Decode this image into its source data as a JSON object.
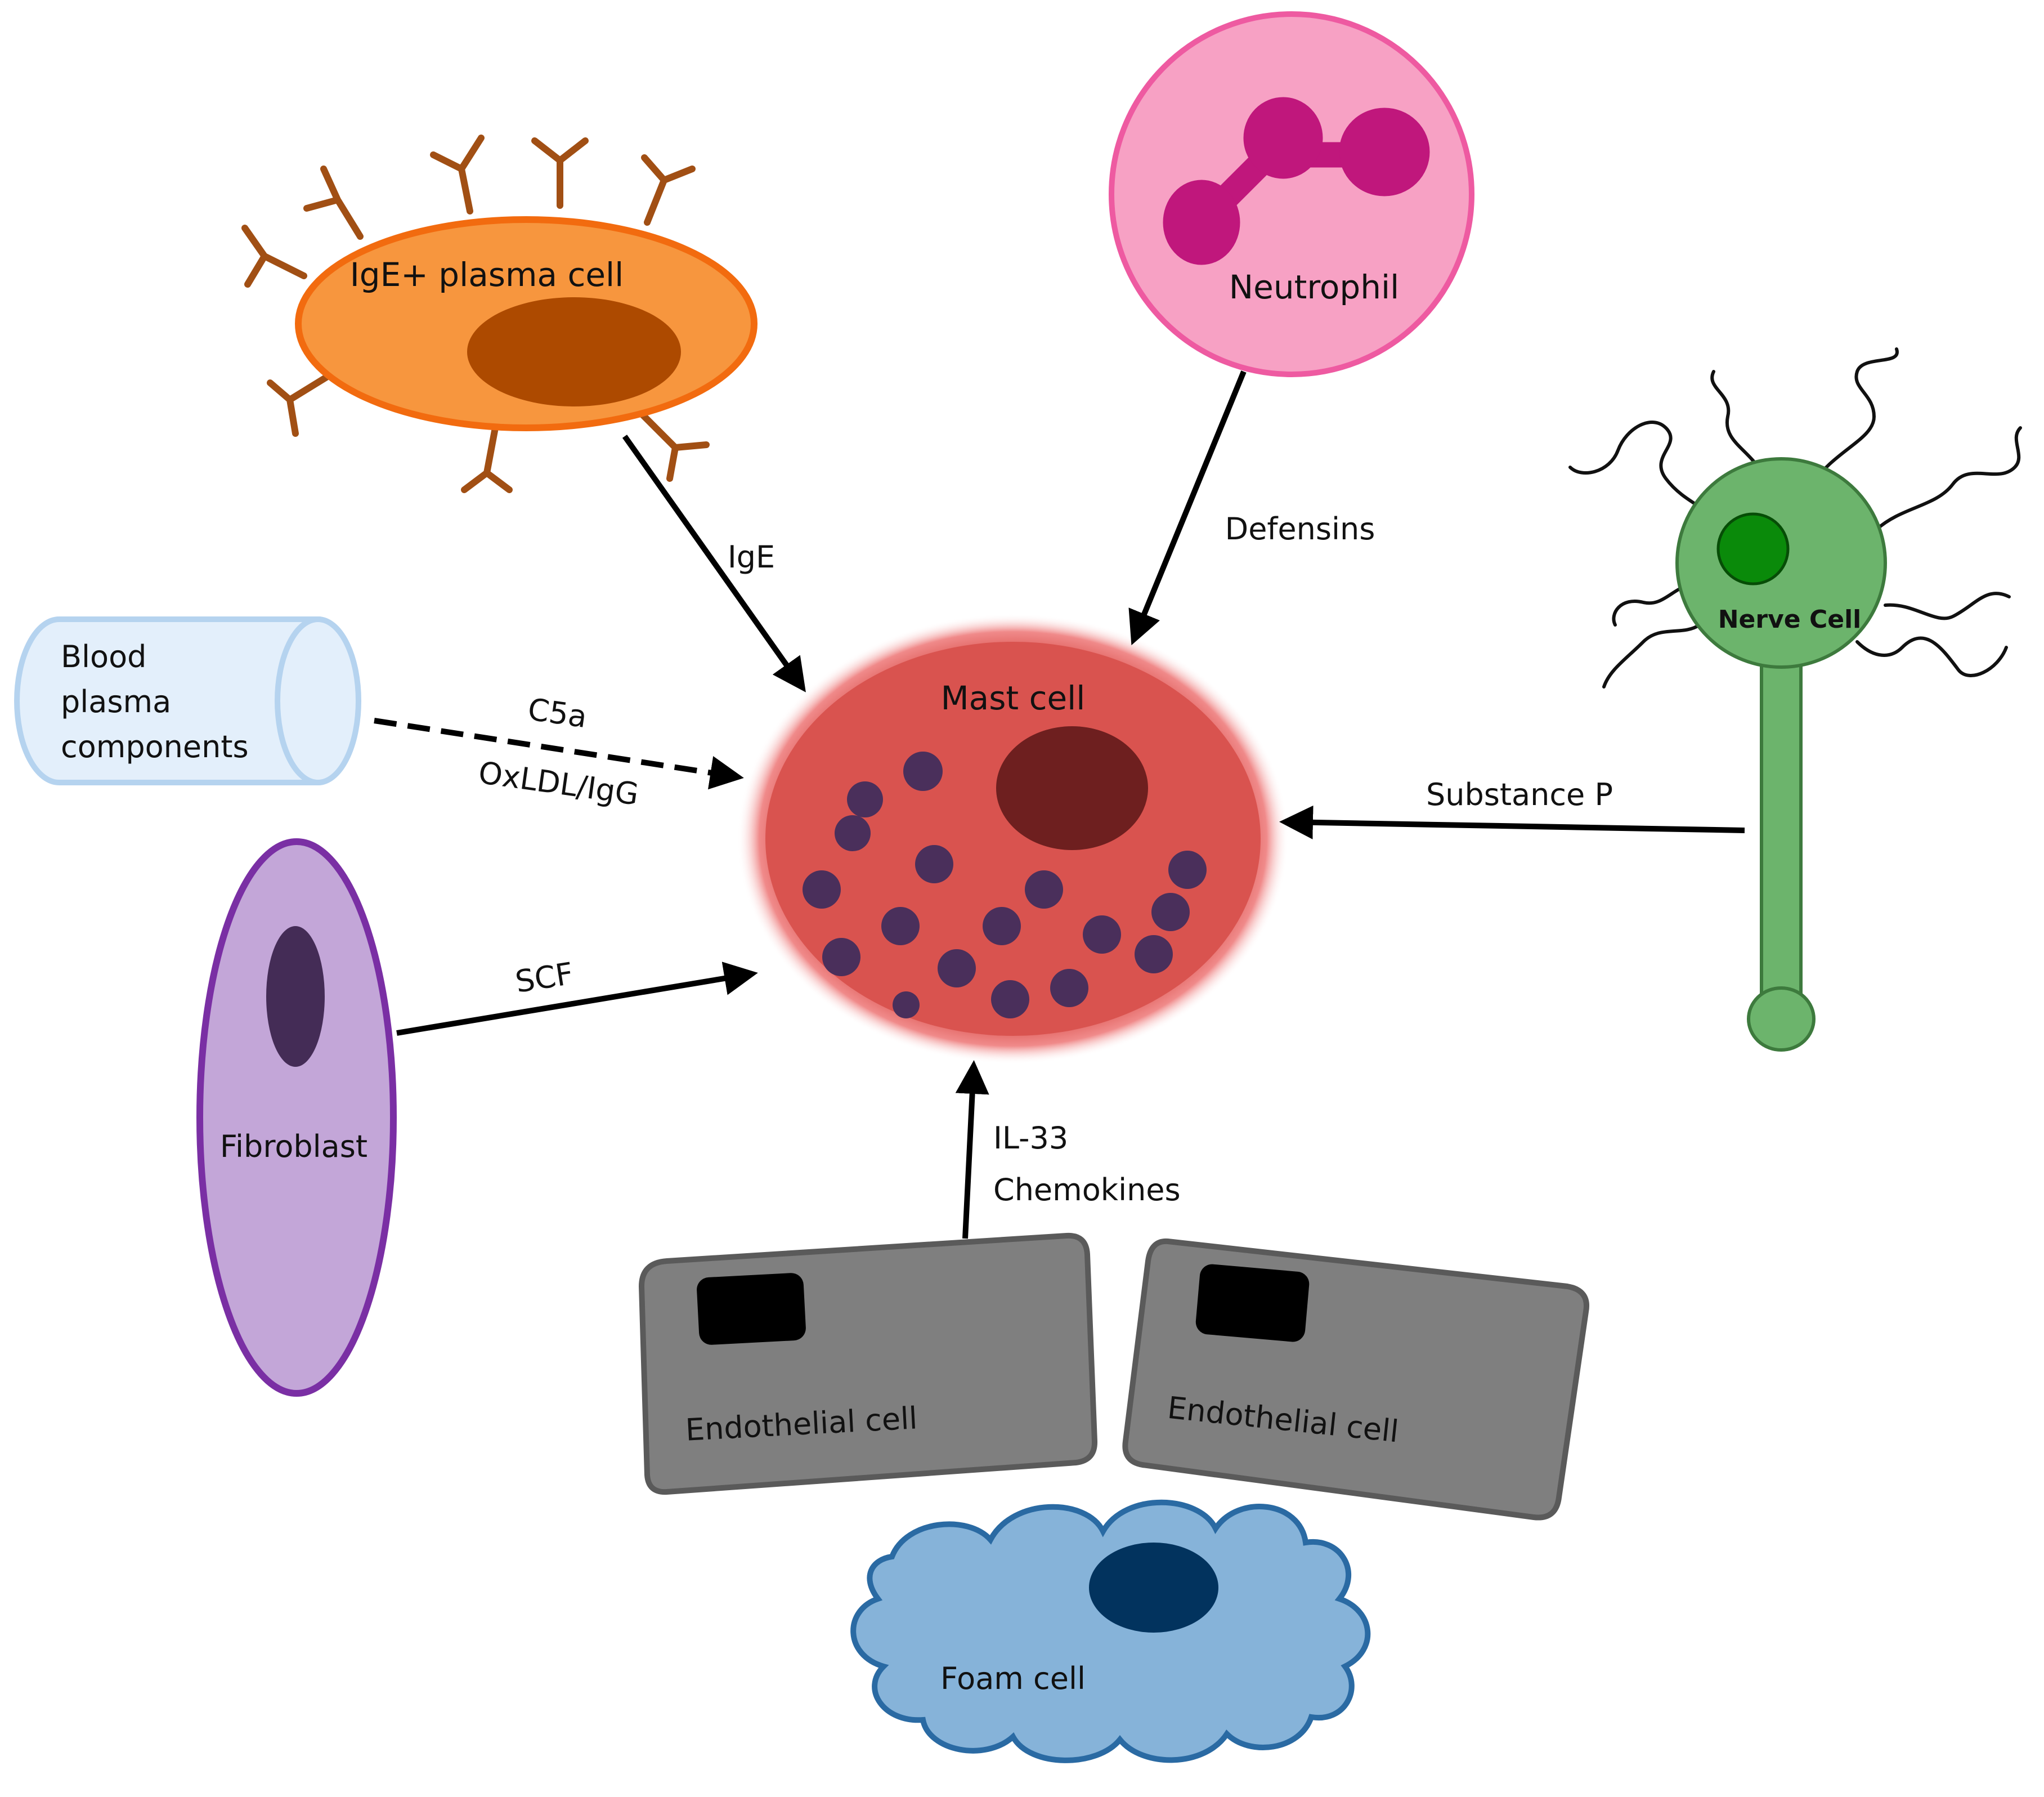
{
  "cells": {
    "mast": "Mast cell",
    "plasma": "IgE+ plasma cell",
    "neutrophil": "Neutrophil",
    "nerve": "Nerve Cell",
    "blood_line1": "Blood",
    "blood_line2": "plasma",
    "blood_line3": "components",
    "fibroblast": "Fibroblast",
    "endothelial_left": "Endothelial cell",
    "endothelial_right": "Endothelial cell",
    "foam": "Foam cell"
  },
  "signals": {
    "ige": "IgE",
    "defensins": "Defensins",
    "substance_p": "Substance P",
    "c5a": "C5a",
    "oxldl": "OxLDL/IgG",
    "scf": "SCF",
    "il33": "IL-33",
    "chemokines": "Chemokines"
  },
  "colors": {
    "mast_fill": "#d9534f",
    "mast_glow": "#f4a3a3",
    "mast_nucleus": "#6e1f1f",
    "granule": "#4a2f5b",
    "plasma_fill": "#f7963e",
    "plasma_border": "#f26b0f",
    "plasma_nucleus": "#ad4a00",
    "antibody": "#a14f14",
    "neutrophil_fill": "#f7a1c4",
    "neutrophil_border": "#ee5aa1",
    "neutrophil_nucleus": "#c0177c",
    "nerve_fill": "#6cb46c",
    "nerve_nucleus": "#0a8a0a",
    "blood_fill": "#e3effb",
    "blood_border": "#b5d3ef",
    "fibroblast_fill": "#c3a6d8",
    "fibroblast_border": "#7a2fa4",
    "fibroblast_nucleus": "#442c56",
    "endothelial_fill": "#7f7f7f",
    "endothelial_border": "#5a5a5a",
    "foam_fill": "#86b3d9",
    "foam_border": "#2a6aa3",
    "foam_nucleus": "#02335e"
  }
}
